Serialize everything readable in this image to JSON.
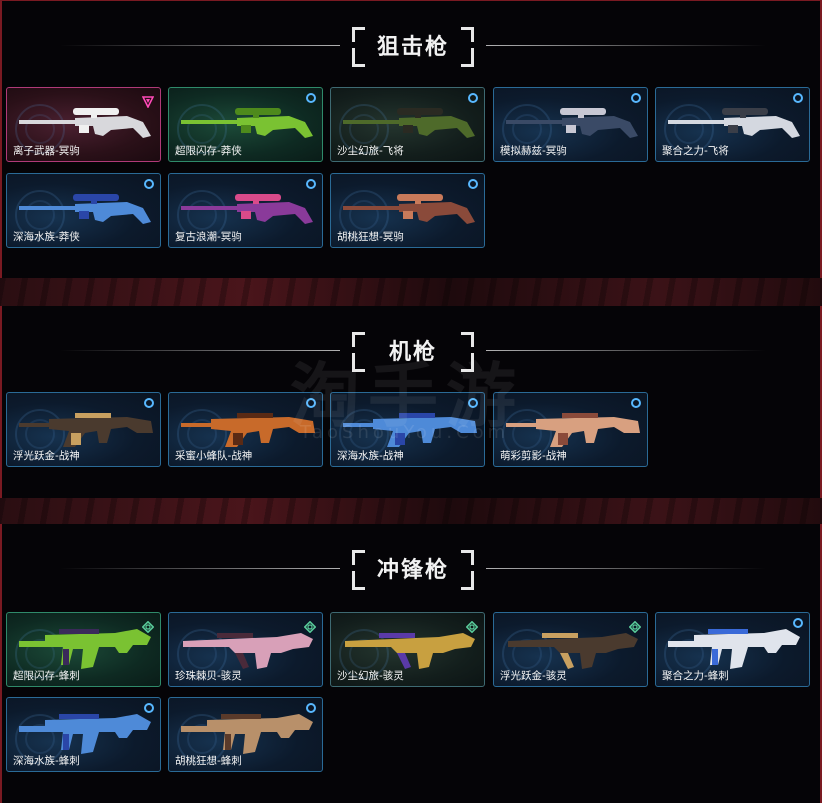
{
  "sections": [
    {
      "title": "狙击枪",
      "items": [
        {
          "name": "离子武器-冥驹",
          "rarity": "pink",
          "gun": "sniper",
          "color": "#d8d8dc",
          "accent": "#f0f0f0",
          "badge": "triangle-badge"
        },
        {
          "name": "超限闪存-莽侠",
          "rarity": "green",
          "gun": "sniper",
          "color": "#7ac232",
          "accent": "#4e8a1c",
          "badge": "circle-badge"
        },
        {
          "name": "沙尘幻旅-飞将",
          "rarity": "gray",
          "gun": "sniper",
          "color": "#4e6a2a",
          "accent": "#2a2a22",
          "badge": "circle-badge"
        },
        {
          "name": "模拟赫兹-冥驹",
          "rarity": "blue",
          "gun": "sniper",
          "color": "#3a4a66",
          "accent": "#c8c8d4",
          "badge": "circle-badge"
        },
        {
          "name": "聚合之力-飞将",
          "rarity": "blue",
          "gun": "sniper",
          "color": "#d4d8e0",
          "accent": "#3a3e48",
          "badge": "circle-badge"
        },
        {
          "name": "深海水族-莽侠",
          "rarity": "blue",
          "gun": "sniper",
          "color": "#4e8ad8",
          "accent": "#2a46a8",
          "badge": "circle-badge"
        },
        {
          "name": "复古浪潮-冥驹",
          "rarity": "blue",
          "gun": "sniper",
          "color": "#8a3a9a",
          "accent": "#d84a8a",
          "badge": "circle-badge"
        },
        {
          "name": "胡桃狂想-冥驹",
          "rarity": "blue",
          "gun": "sniper",
          "color": "#8a4a3a",
          "accent": "#c87a5a",
          "badge": "circle-badge"
        }
      ]
    },
    {
      "title": "机枪",
      "items": [
        {
          "name": "浮光跃金-战神",
          "rarity": "blue",
          "gun": "mg",
          "color": "#4a3a2e",
          "accent": "#c8a060",
          "badge": "circle-badge"
        },
        {
          "name": "采蜜小蜂队-战神",
          "rarity": "blue",
          "gun": "mg",
          "color": "#c86a2a",
          "accent": "#5a2a14",
          "badge": "circle-badge"
        },
        {
          "name": "深海水族-战神",
          "rarity": "blue",
          "gun": "mg",
          "color": "#4e8ad8",
          "accent": "#2a46a8",
          "badge": "circle-badge"
        },
        {
          "name": "萌彩剪影-战神",
          "rarity": "blue",
          "gun": "mg",
          "color": "#d8a080",
          "accent": "#8a4a3a",
          "badge": "circle-badge"
        }
      ]
    },
    {
      "title": "冲锋枪",
      "items": [
        {
          "name": "超限闪存-蜂刺",
          "rarity": "green",
          "gun": "smg",
          "color": "#7ac232",
          "accent": "#3a2a5a",
          "badge": "diamond-badge"
        },
        {
          "name": "珍珠棘贝-骇灵",
          "rarity": "blue",
          "gun": "smg2",
          "color": "#d8a0b8",
          "accent": "#4a2a3a",
          "badge": "diamond-badge"
        },
        {
          "name": "沙尘幻旅-骇灵",
          "rarity": "gray",
          "gun": "smg2",
          "color": "#c8a040",
          "accent": "#5a3aa8",
          "badge": "diamond-badge"
        },
        {
          "name": "浮光跃金-骇灵",
          "rarity": "blue",
          "gun": "smg2",
          "color": "#4a3a2e",
          "accent": "#c8a060",
          "badge": "diamond-badge"
        },
        {
          "name": "聚合之力-蜂刺",
          "rarity": "blue",
          "gun": "smg",
          "color": "#e0e4ec",
          "accent": "#3a6ad8",
          "badge": "circle-badge"
        },
        {
          "name": "深海水族-蜂刺",
          "rarity": "blue",
          "gun": "smg",
          "color": "#4e8ad8",
          "accent": "#2a46a8",
          "badge": "circle-badge"
        },
        {
          "name": "胡桃狂想-蜂刺",
          "rarity": "blue",
          "gun": "smg",
          "color": "#b8906a",
          "accent": "#5a3a2a",
          "badge": "circle-badge"
        }
      ]
    }
  ],
  "watermark": {
    "big": "淘手游",
    "small": "TaoShouYou.Com"
  }
}
